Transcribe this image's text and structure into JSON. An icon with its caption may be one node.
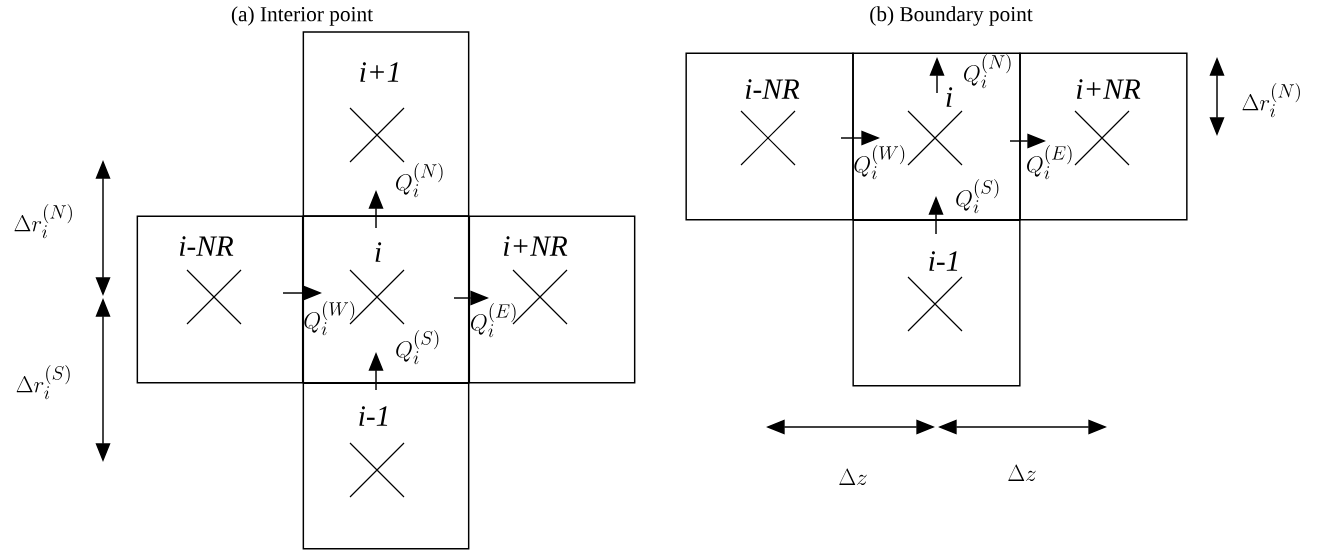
{
  "diagram": {
    "nodes": [
      {
        "text": [
          "i+1"
        ]
      },
      {
        "text": [
          "i-NR"
        ]
      },
      {
        "text": [
          "i"
        ]
      },
      {
        "text": [
          "i+NR"
        ]
      },
      {
        "text": [
          "i-1"
        ]
      },
      {
        "text": [
          "i-NR"
        ]
      },
      {
        "text": [
          "i"
        ]
      },
      {
        "text": [
          "i+NR"
        ]
      },
      {
        "text": [
          "i-1"
        ]
      }
    ],
    "edges": [
      {
        "from": 2,
        "to": 0,
        "arrow": "to",
        "label": "Q_i^{(N)}"
      },
      {
        "from": 1,
        "to": 2,
        "arrow": "to",
        "label": "Q_i^{(W)}"
      },
      {
        "from": 2,
        "to": 3,
        "arrow": "to",
        "label": "Q_i^{(E)}"
      },
      {
        "from": 4,
        "to": 2,
        "arrow": "to",
        "label": "Q_i^{(S)}"
      },
      {
        "from": 6,
        "to": null,
        "arrow": "to",
        "label": "Q_i^{(N)}"
      },
      {
        "from": 5,
        "to": 6,
        "arrow": "to",
        "label": "Q_i^{(W)}"
      },
      {
        "from": 6,
        "to": 7,
        "arrow": "to",
        "label": "Q_i^{(E)}"
      },
      {
        "from": 8,
        "to": 6,
        "arrow": "to",
        "label": "Q_i^{(S)}"
      }
    ],
    "labels": [
      "(a) Interior point",
      "(b) Boundary point",
      "\\Delta r_i^{(N)}",
      "\\Delta r_i^{(S)}",
      "\\Delta r_i^{(N)}",
      "\\Delta z",
      "\\Delta z"
    ]
  }
}
